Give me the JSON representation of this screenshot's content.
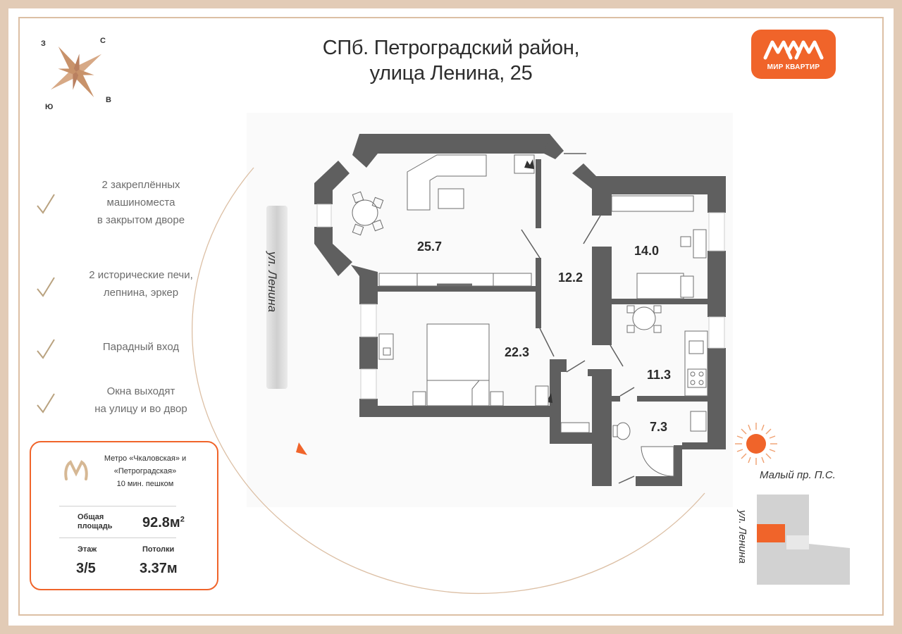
{
  "title": {
    "line1": "СПб. Петроградский район,",
    "line2": "улица Ленина, 25"
  },
  "logo": {
    "text": "МИР КВАРТИР",
    "color": "#f0642a"
  },
  "compass": {
    "north": "С",
    "south": "Ю",
    "west": "З",
    "east": "В"
  },
  "features": [
    {
      "lines": [
        "2 закреплённых",
        "машиноместа",
        "в закрытом дворе"
      ]
    },
    {
      "lines": [
        "2 исторические печи,",
        "лепнина, эркер"
      ]
    },
    {
      "lines": [
        "Парадный вход"
      ]
    },
    {
      "lines": [
        "Окна выходят",
        "на улицу и во двор"
      ]
    }
  ],
  "info": {
    "metro_line1": "Метро «Чкаловская» и",
    "metro_line2": "«Петроградская»",
    "metro_line3": "10 мин. пешком",
    "area_label_1": "Общая",
    "area_label_2": "площадь",
    "area_value": "92.8м",
    "area_sup": "2",
    "floor_label": "Этаж",
    "floor_value": "3/5",
    "ceiling_label": "Потолки",
    "ceiling_value": "3.37м"
  },
  "rooms": {
    "living": "25.7",
    "hall": "12.2",
    "bedroom_small": "14.0",
    "bedroom": "22.3",
    "kitchen": "11.3",
    "bath": "7.3"
  },
  "streets": {
    "left": "ул. Ленина",
    "map_horizontal": "Малый пр. П.С.",
    "map_vertical": "ул. Ленина"
  },
  "colors": {
    "accent": "#f0642a",
    "wall": "#5f5f5f",
    "frame": "#dcbfa4"
  }
}
